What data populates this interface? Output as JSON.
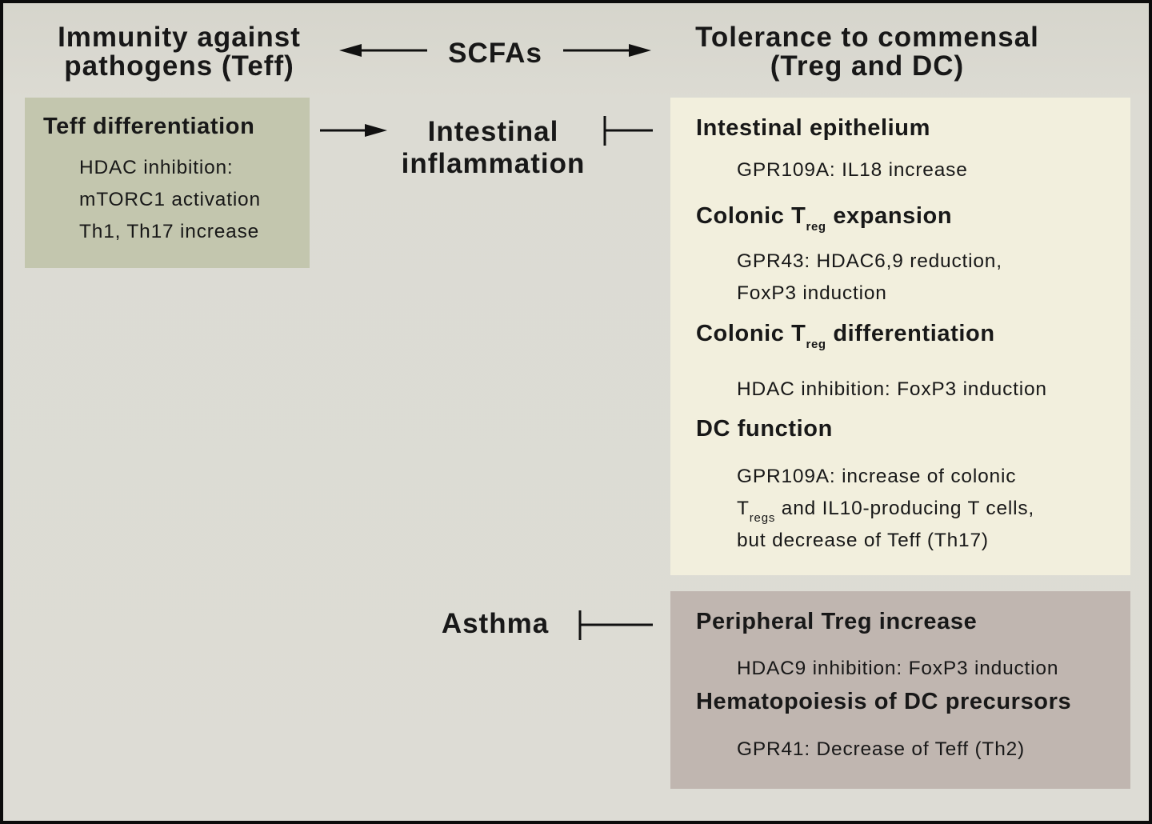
{
  "header": {
    "left_title_line1": "Immunity against",
    "left_title_line2": "pathogens (Teff)",
    "center_title": "SCFAs",
    "right_title_line1": "Tolerance to commensal",
    "right_title_line2": "(Treg and DC)"
  },
  "teff_box": {
    "title": "Teff differentiation",
    "lines": [
      "HDAC inhibition:",
      "mTORC1 activation",
      "Th1, Th17 increase"
    ]
  },
  "center": {
    "inflammation_line1": "Intestinal",
    "inflammation_line2": "inflammation",
    "asthma": "Asthma"
  },
  "tolerance_box": {
    "sections": [
      {
        "title": "Intestinal epithelium",
        "lines": [
          "GPR109A: IL18 increase"
        ]
      },
      {
        "title_pre": "Colonic T",
        "title_sub": "reg",
        "title_post": " expansion",
        "lines": [
          "GPR43: HDAC6,9 reduction,",
          "FoxP3 induction"
        ]
      },
      {
        "title_pre": "Colonic T",
        "title_sub": "reg",
        "title_post": " differentiation",
        "lines": [
          "HDAC inhibition: FoxP3 induction"
        ]
      },
      {
        "title": "DC function",
        "line1": "GPR109A: increase of colonic",
        "line2_pre": "T",
        "line2_sub": "regs",
        "line2_post": " and IL10-producing T cells,",
        "line3": "but decrease of Teff (Th17)"
      }
    ]
  },
  "peripheral_box": {
    "sections": [
      {
        "title": "Peripheral Treg increase",
        "lines": [
          "HDAC9 inhibition: FoxP3 induction"
        ]
      },
      {
        "title": "Hematopoiesis of DC precursors",
        "lines": [
          "GPR41: Decrease of Teff (Th2)"
        ]
      }
    ]
  },
  "colors": {
    "teff_box": "#c3c6ae",
    "tolerance_box": "#f2efdd",
    "peripheral_box": "#c0b6b0",
    "background": "#dddcd5",
    "ink": "#181818"
  }
}
